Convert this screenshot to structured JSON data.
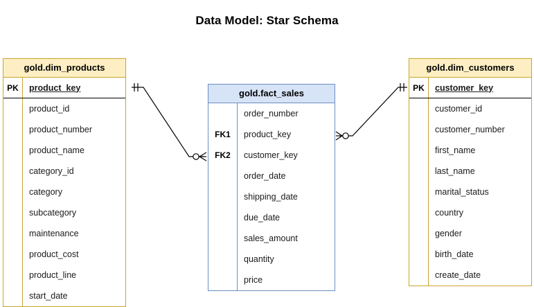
{
  "diagram": {
    "title": "Data Model: Star Schema",
    "colors": {
      "dimension_border": "#C8A42C",
      "dimension_header_fill": "#FDEFC3",
      "fact_border": "#6C8EBF",
      "fact_header_fill": "#D7E3F6",
      "connector": "#000000",
      "background": "#FFFFFF"
    }
  },
  "entities": {
    "dim_products": {
      "name": "gold.dim_products",
      "columns": [
        {
          "key": "PK",
          "name": "product_key"
        },
        {
          "key": "",
          "name": "product_id"
        },
        {
          "key": "",
          "name": "product_number"
        },
        {
          "key": "",
          "name": "product_name"
        },
        {
          "key": "",
          "name": "category_id"
        },
        {
          "key": "",
          "name": "category"
        },
        {
          "key": "",
          "name": "subcategory"
        },
        {
          "key": "",
          "name": "maintenance"
        },
        {
          "key": "",
          "name": "product_cost"
        },
        {
          "key": "",
          "name": "product_line"
        },
        {
          "key": "",
          "name": "start_date"
        }
      ]
    },
    "fact_sales": {
      "name": "gold.fact_sales",
      "columns": [
        {
          "key": "",
          "name": "order_number"
        },
        {
          "key": "FK1",
          "name": "product_key"
        },
        {
          "key": "FK2",
          "name": "customer_key"
        },
        {
          "key": "",
          "name": "order_date"
        },
        {
          "key": "",
          "name": "shipping_date"
        },
        {
          "key": "",
          "name": "due_date"
        },
        {
          "key": "",
          "name": "sales_amount"
        },
        {
          "key": "",
          "name": "quantity"
        },
        {
          "key": "",
          "name": "price"
        }
      ]
    },
    "dim_customers": {
      "name": "gold.dim_customers",
      "columns": [
        {
          "key": "PK",
          "name": "customer_key"
        },
        {
          "key": "",
          "name": "customer_id"
        },
        {
          "key": "",
          "name": "customer_number"
        },
        {
          "key": "",
          "name": "first_name"
        },
        {
          "key": "",
          "name": "last_name"
        },
        {
          "key": "",
          "name": "marital_status"
        },
        {
          "key": "",
          "name": "country"
        },
        {
          "key": "",
          "name": "gender"
        },
        {
          "key": "",
          "name": "birth_date"
        },
        {
          "key": "",
          "name": "create_date"
        }
      ]
    }
  },
  "relationships": [
    {
      "id": "products-to-sales",
      "from_entity": "gold.dim_products",
      "from_column": "product_key",
      "from_cardinality": "one-and-only-one",
      "to_entity": "gold.fact_sales",
      "to_column": "product_key",
      "to_cardinality": "zero-or-many"
    },
    {
      "id": "customers-to-sales",
      "from_entity": "gold.dim_customers",
      "from_column": "customer_key",
      "from_cardinality": "one-and-only-one",
      "to_entity": "gold.fact_sales",
      "to_column": "customer_key",
      "to_cardinality": "zero-or-many"
    }
  ]
}
